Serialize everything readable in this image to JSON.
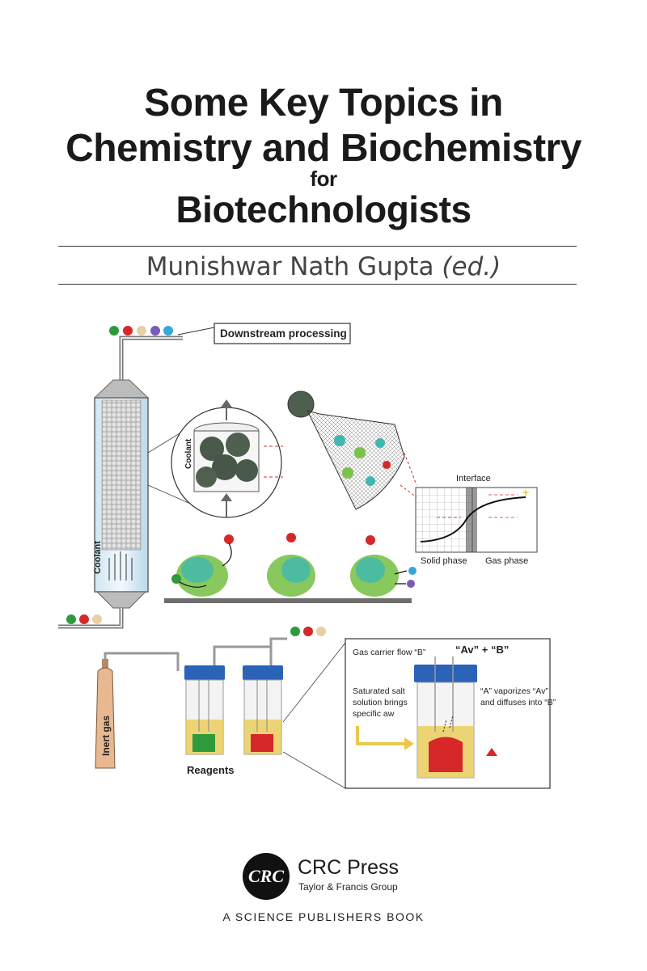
{
  "cover": {
    "title_line1": "Some Key Topics in",
    "title_line2": "Chemistry and Biochemistry",
    "title_line3": "for",
    "title_line4": "Biotechnologists",
    "author_name": "Munishwar Nath Gupta",
    "author_role": "(ed.)"
  },
  "figure": {
    "label_downstream": "Downstream processing",
    "label_coolant_column": "Coolant",
    "label_coolant_zoom": "Coolant",
    "label_interface": "Interface",
    "label_solid_phase": "Solid phase",
    "label_gas_phase": "Gas phase",
    "label_inert_gas": "Inert gas",
    "label_reagents": "Reagents",
    "label_gas_carrier": "Gas carrier flow “B”",
    "label_av_b": "“Av” + “B”",
    "label_salt_1": "Saturated salt",
    "label_salt_2": "solution brings",
    "label_salt_3": "specific aw",
    "label_vapor_1": "“A” vaporizes “Av”",
    "label_vapor_2": "and diffuses into “B”",
    "colors": {
      "green": "#2e9a3c",
      "red": "#d62828",
      "beige": "#e9cfa6",
      "purple": "#7a5bb5",
      "cyan": "#34a8d8",
      "cap_blue": "#2b63b8",
      "yellow": "#e9c94a"
    }
  },
  "publisher": {
    "logo_text": "CRC",
    "name": "CRC Press",
    "group": "Taylor & Francis Group",
    "series": "A SCIENCE PUBLISHERS BOOK"
  }
}
